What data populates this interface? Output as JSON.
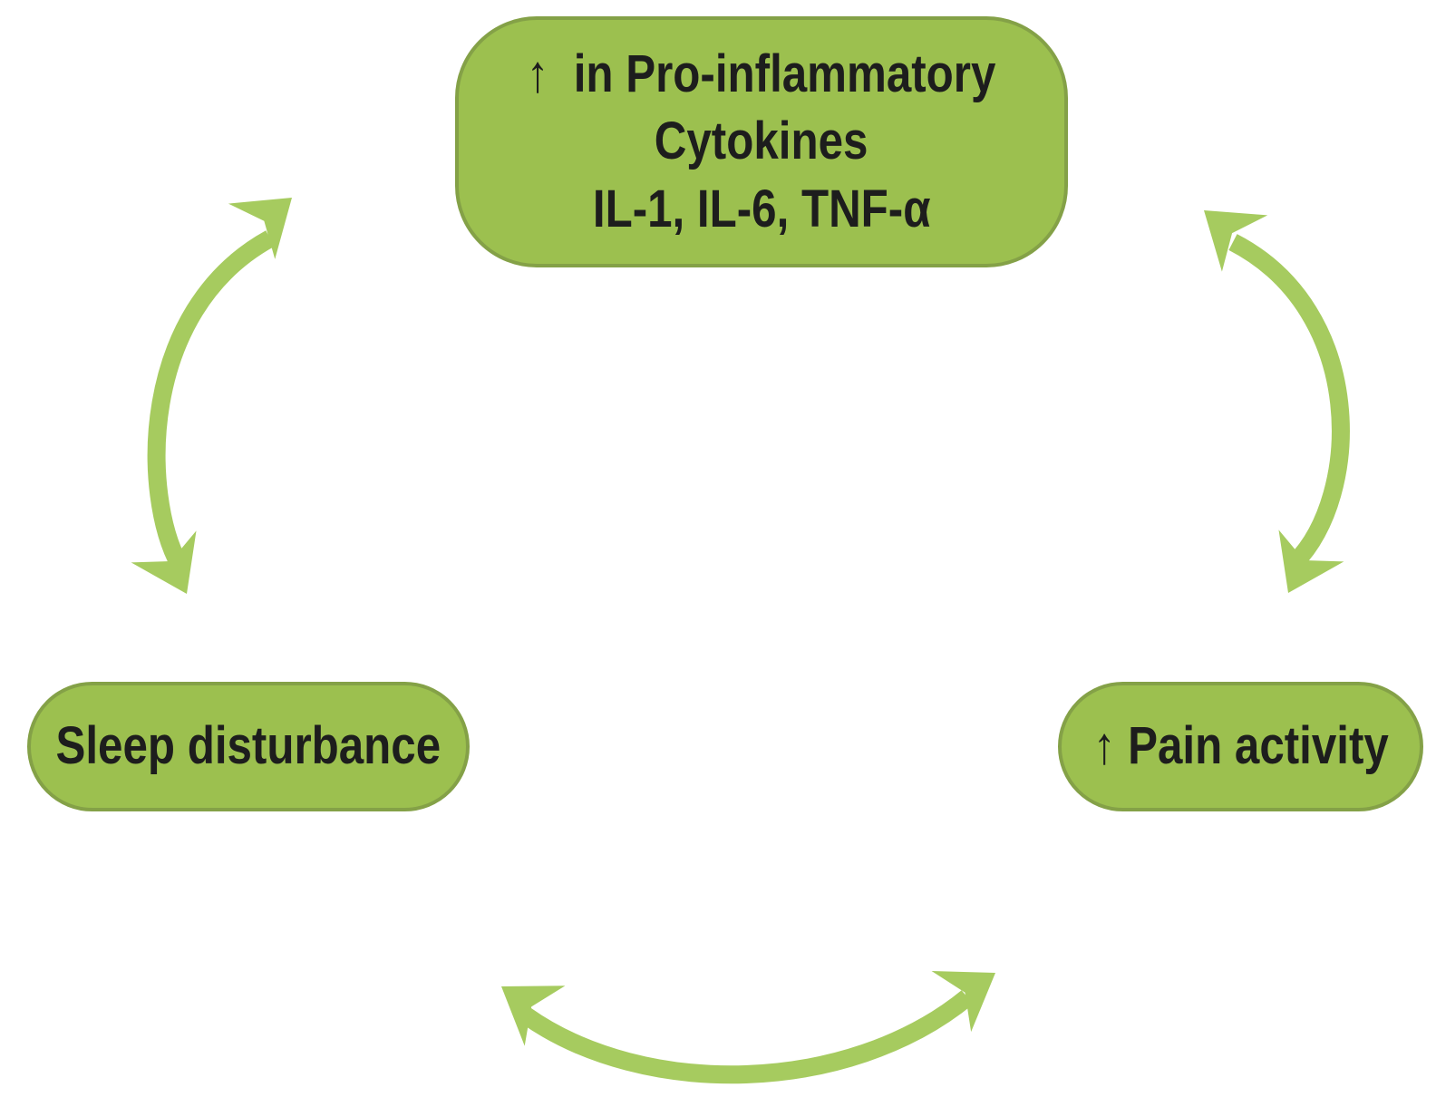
{
  "diagram": {
    "nodes": {
      "cytokines": {
        "lines": [
          "↑  in Pro-inflammatory",
          "Cytokines",
          "IL-1, IL-6, TNF-α"
        ]
      },
      "sleep": {
        "label": "Sleep disturbance"
      },
      "pain": {
        "label": "↑ Pain activity"
      }
    },
    "arrows": [
      {
        "id": "sleep-cytokines",
        "between": [
          "Sleep disturbance",
          "↑ in Pro-inflammatory Cytokines IL-1, IL-6, TNF-α"
        ],
        "bidirectional": true,
        "shape": "curved"
      },
      {
        "id": "cytokines-pain",
        "between": [
          "↑ in Pro-inflammatory Cytokines IL-1, IL-6, TNF-α",
          "↑ Pain activity"
        ],
        "bidirectional": true,
        "shape": "curved"
      },
      {
        "id": "pain-sleep",
        "between": [
          "↑ Pain activity",
          "Sleep disturbance"
        ],
        "bidirectional": true,
        "shape": "curved"
      }
    ],
    "colors": {
      "node_fill": "#9cc04f",
      "node_border": "#84a147",
      "arrow": "#a6cb5f",
      "text": "#1d1d1d",
      "background": "#ffffff"
    }
  }
}
